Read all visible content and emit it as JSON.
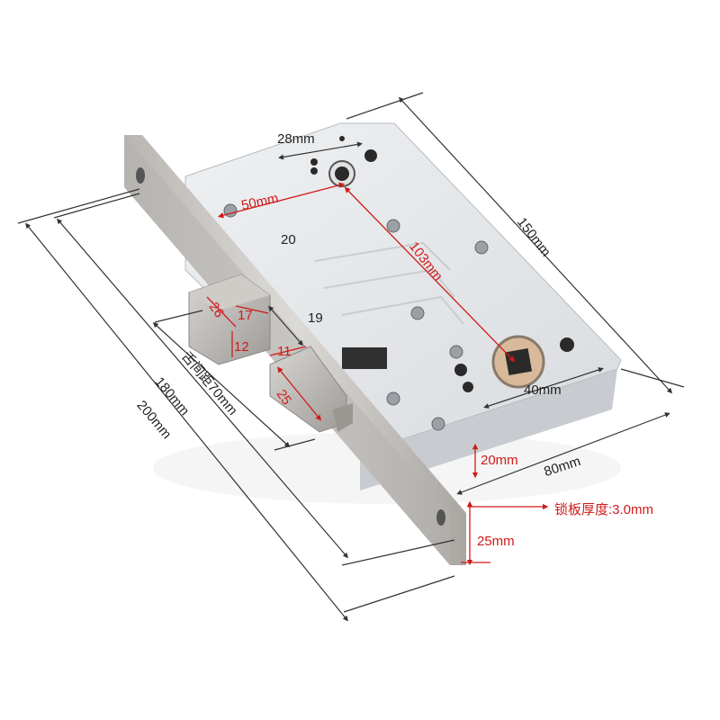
{
  "product_photo": {
    "dimensions": {
      "hole_spacing": "28mm",
      "backset": "50mm",
      "faceplate_height": "150mm",
      "center_distance": "103mm",
      "latch_a": "26",
      "latch_b": "17",
      "latch_c": "12",
      "bolt_gap": "19",
      "bolt_width": "11",
      "bolt_height": "25",
      "body_offset": "20",
      "tongue_spacing": "舌间距70mm",
      "inner_length": "180mm",
      "overall_length": "200mm",
      "spindle_spacing": "40mm",
      "bottom_margin": "20mm",
      "body_width": "80mm",
      "plate_thickness": "锁板厚度:3.0mm",
      "end_margin": "25mm"
    },
    "colors": {
      "dimension_line": "#333333",
      "highlight": "#d11a1a",
      "steel_plate": "#c9c7c4",
      "lock_body": "#e6e8ea"
    }
  }
}
